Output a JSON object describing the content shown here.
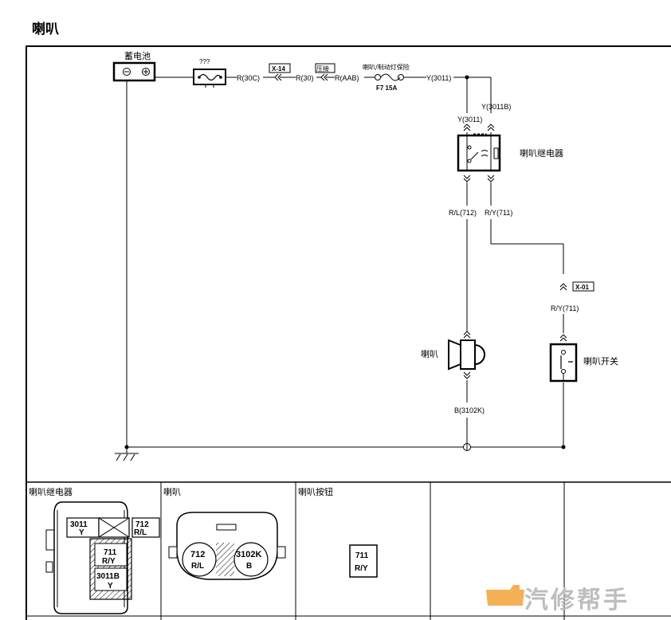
{
  "title": "喇叭",
  "battery": {
    "label": "蓄电池",
    "neg": "⊝",
    "pos": "⊕"
  },
  "fuse_main": {
    "label": "???"
  },
  "wires": {
    "r30c": "R(30C)",
    "r30": "R(30)",
    "raab": "R(AAB)",
    "y3011_top": "Y(3011)",
    "y3011b": "Y(3011B)",
    "y3011": "Y(3011)",
    "rl712": "R/L(712)",
    "ry711": "R/Y(711)",
    "ry711_low": "R/Y(711)",
    "b3102k": "B(3102K)"
  },
  "connectors": {
    "x14": "X-14",
    "yajie": "压接",
    "x01": "X-01"
  },
  "fuse_f7": {
    "title": "喇叭/制动灯保险",
    "rating": "F7 15A"
  },
  "relay": {
    "label": "喇叭继电器"
  },
  "horn": {
    "label": "喇叭"
  },
  "switch": {
    "label": "喇叭开关"
  },
  "table": {
    "headers": [
      "喇叭继电器",
      "喇叭",
      "喇叭按钮",
      "",
      ""
    ],
    "relay_pins": [
      {
        "num": "3011",
        "color": "Y"
      },
      {
        "num": "712",
        "color": "R/L"
      },
      {
        "num": "711",
        "color": "R/Y"
      },
      {
        "num": "3011B",
        "color": "Y"
      }
    ],
    "horn_pins": [
      {
        "num": "712",
        "color": "R/L"
      },
      {
        "num": "3102K",
        "color": "B"
      }
    ],
    "button_pin": {
      "num": "711",
      "color": "R/Y"
    }
  },
  "watermark": "汽修帮手"
}
